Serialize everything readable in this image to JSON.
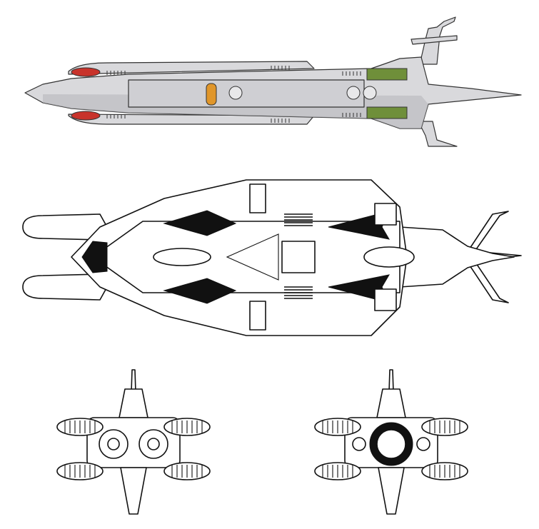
{
  "colors": {
    "background": "#ffffff",
    "hull": "#d9d9dc",
    "hull_shadow": "#b8b8bc",
    "outline": "#111111",
    "accent_green": "#6f8f3a",
    "accent_red": "#c8332b",
    "accent_orange": "#e0962a"
  },
  "views": [
    "side-view",
    "top-view",
    "front-view",
    "rear-view"
  ]
}
